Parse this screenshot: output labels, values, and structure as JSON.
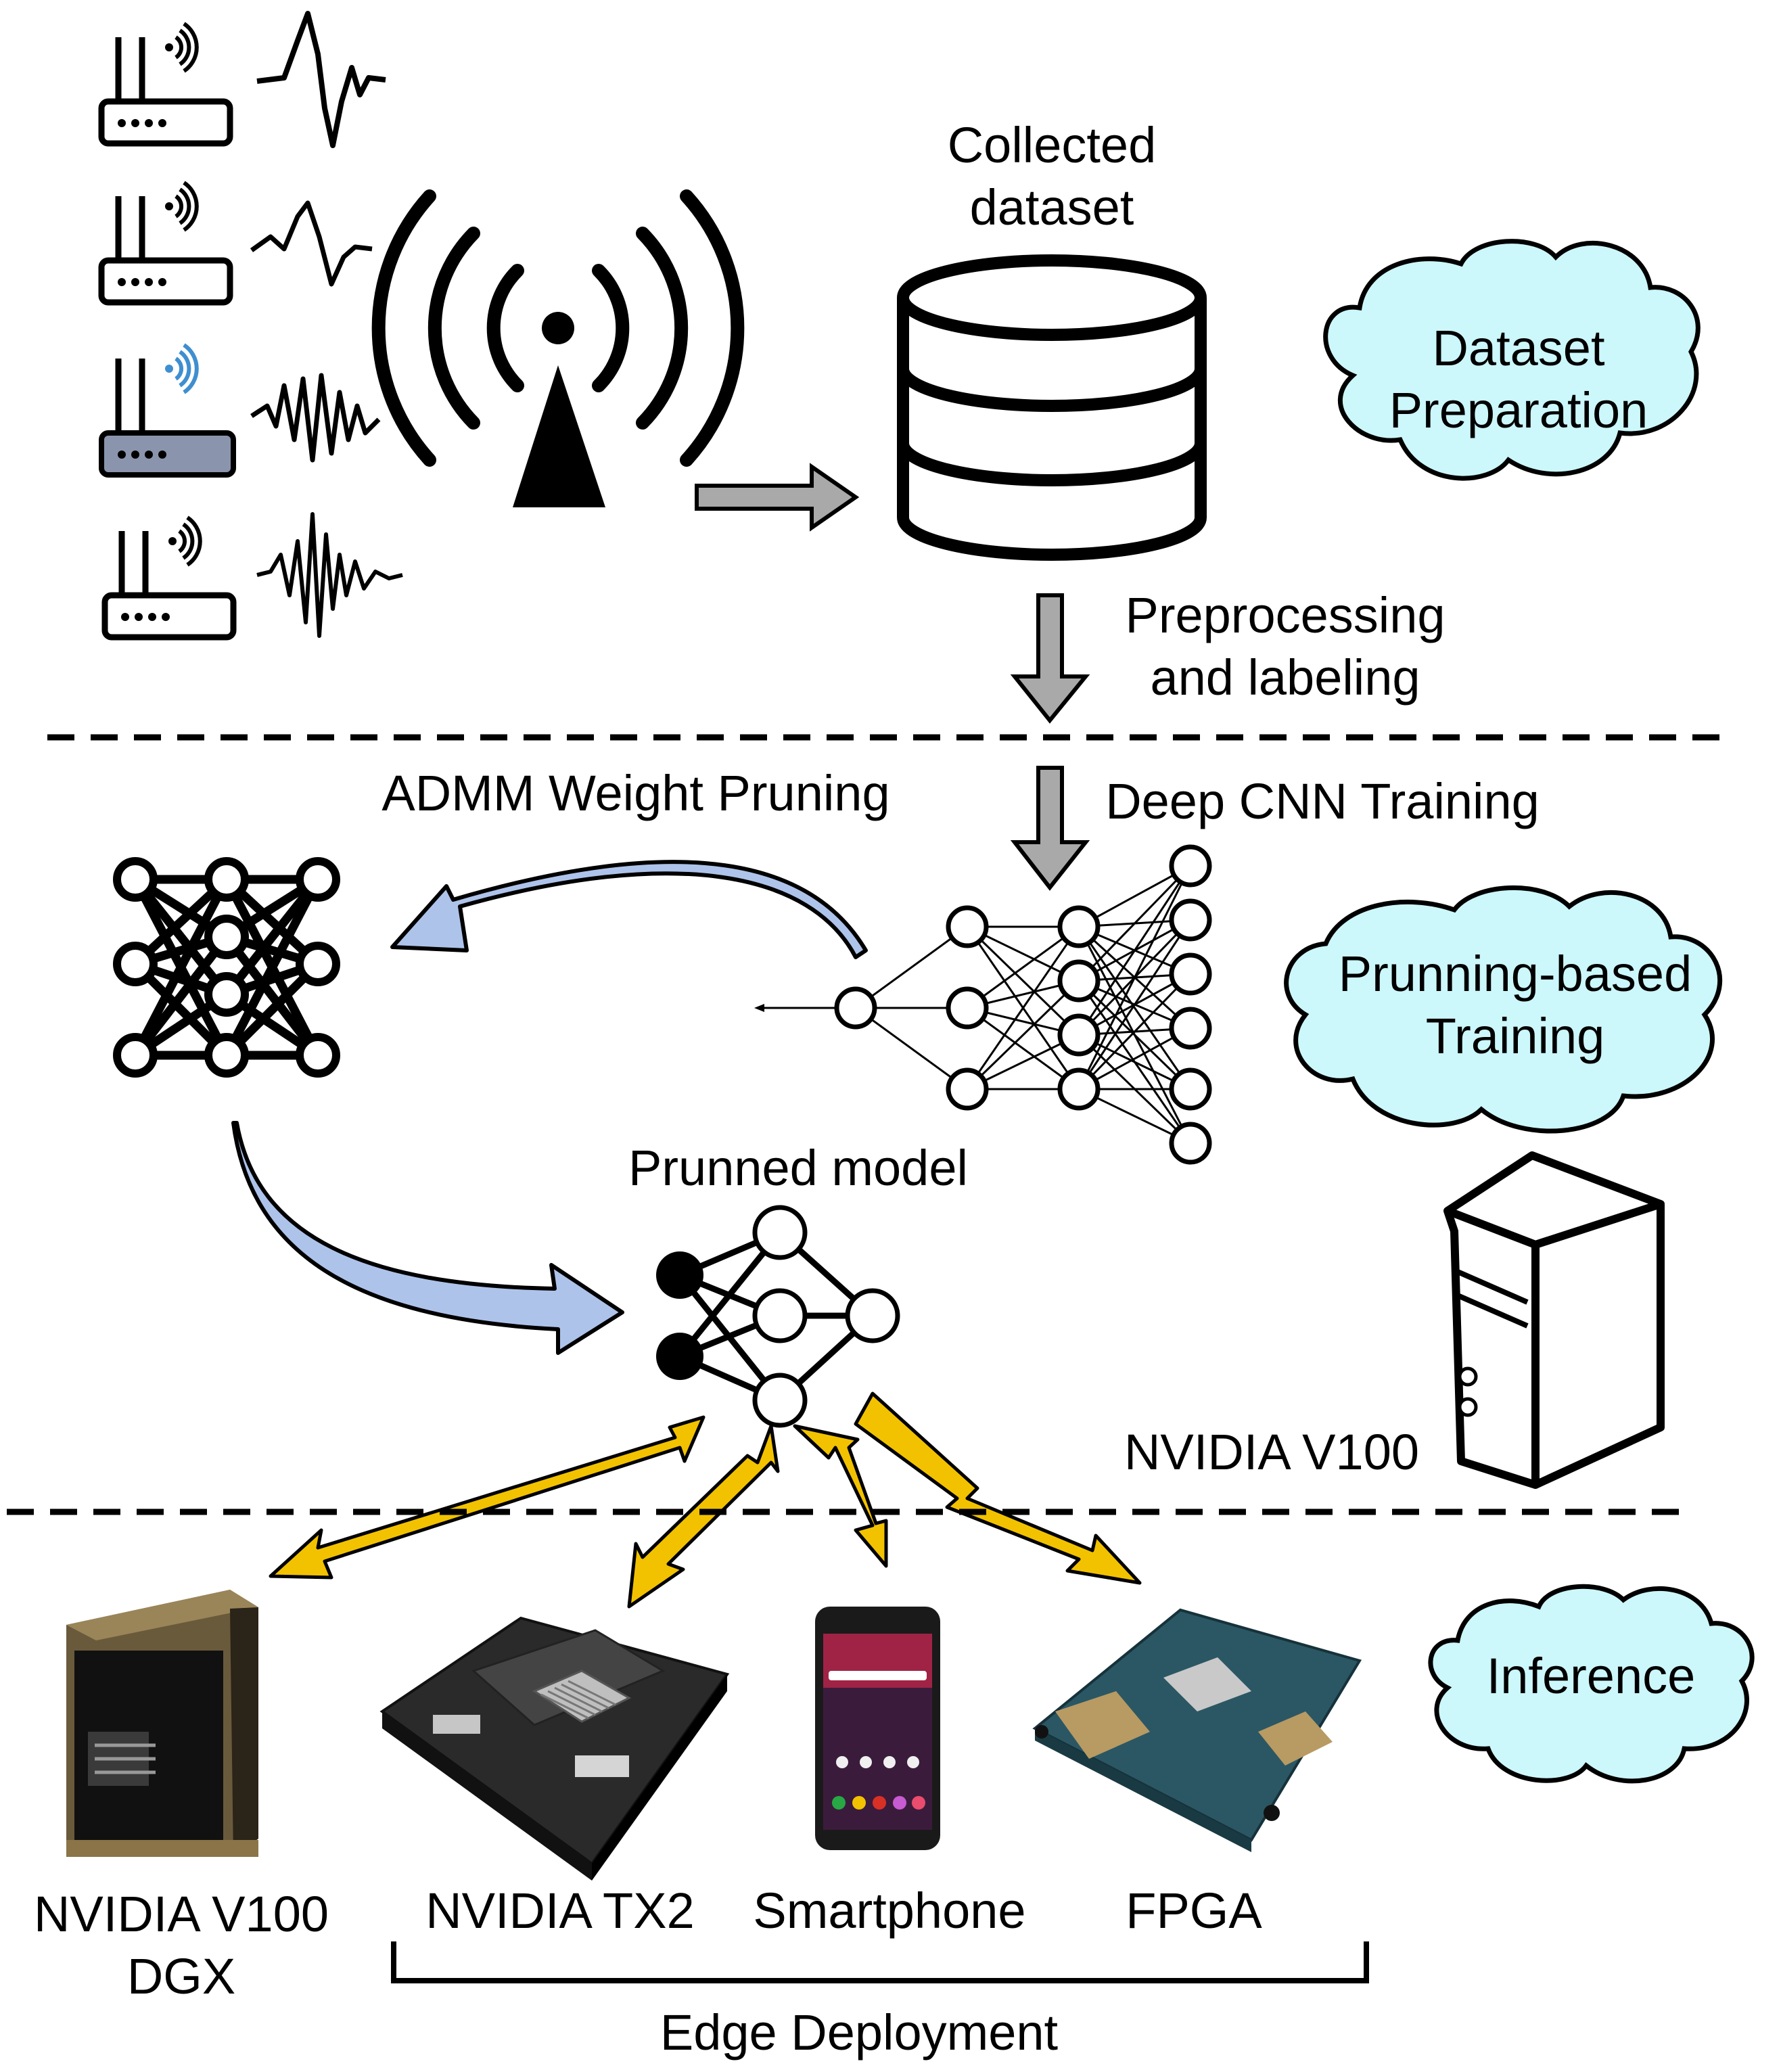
{
  "dataset_section": {
    "collected_label_line1": "Collected",
    "collected_label_line2": "dataset",
    "preprocess_line1": "Preprocessing",
    "preprocess_line2": "and labeling",
    "cloud_line1": "Dataset",
    "cloud_line2": "Preparation"
  },
  "training_section": {
    "admm_label": "ADMM Weight Pruning",
    "cnn_label": "Deep CNN Training",
    "cloud_line1": "Prunning-based",
    "cloud_line2": "Training",
    "pruned_label": "Prunned model",
    "server_label": "NVIDIA V100"
  },
  "inference_section": {
    "cloud_label": "Inference",
    "devices": [
      {
        "line1": "NVIDIA V100",
        "line2": "DGX"
      },
      {
        "line1": "NVIDIA TX2"
      },
      {
        "line1": "Smartphone"
      },
      {
        "line1": "FPGA"
      }
    ],
    "edge_label": "Edge Deployment"
  },
  "colors": {
    "cloud_fill": "#ccf7fb",
    "blue_arrow": "#aec3ea",
    "yellow_arrow": "#f2c200",
    "gray_arrow": "#a9a9a9"
  },
  "icons": [
    "router-icon",
    "signal-waveform-icon",
    "antenna-tower-icon",
    "database-icon",
    "neural-network-icon",
    "server-tower-icon",
    "dgx-station-image",
    "jetson-board-image",
    "smartphone-image",
    "fpga-board-image"
  ]
}
